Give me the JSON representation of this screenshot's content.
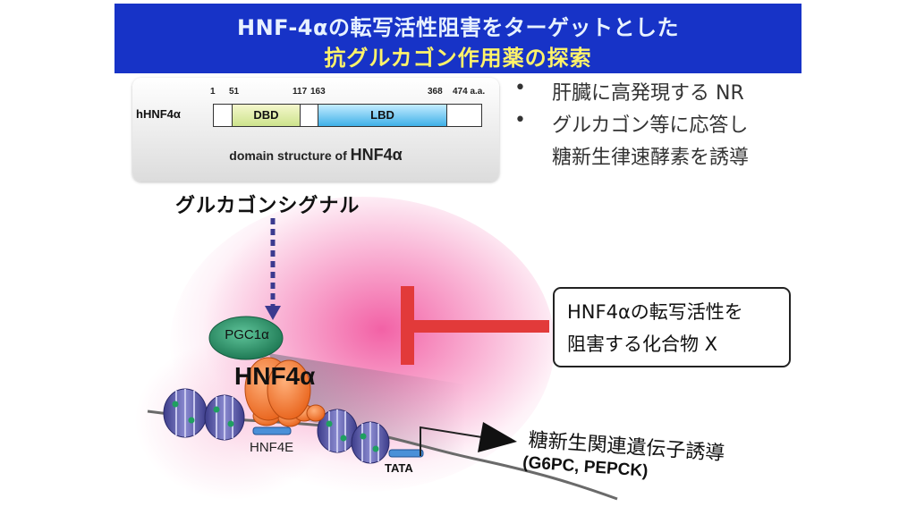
{
  "title": {
    "line1": "HNF-4αの転写活性阻害をターゲットとした",
    "line2": "抗グルカゴン作用薬の探索"
  },
  "domain_structure": {
    "protein_label": "hHNF4α",
    "positions": [
      "1",
      "51",
      "117",
      "163",
      "368",
      "474 a.a."
    ],
    "dbd_label": "DBD",
    "lbd_label": "LBD",
    "caption_prefix": "domain structure of",
    "caption_name": "HNF4α"
  },
  "bullets": {
    "marker": "•",
    "items": [
      "肝臓に高発現する NR",
      "グルカゴン等に応答し",
      "糖新生律速酵素を誘導"
    ]
  },
  "diagram": {
    "signal_label": "グルカゴンシグナル",
    "compound_box": [
      "HNF4αの転写活性を",
      "阻害する化合物 X"
    ],
    "pgc1a_label": "PGC1α",
    "hnf4a_label": "HNF4α",
    "hnf4e_label": "HNF4E",
    "tata_label": "TATA",
    "induction_label": "糖新生関連遺伝子誘導",
    "gene_list": "(G6PC, PEPCK)"
  },
  "colors": {
    "banner_blue": "#1733c7",
    "title_yellow": "#fff36a",
    "inhibitor_red": "#e23a3a",
    "signal_arrow": "#3b3a8f",
    "pgc1a_green": "#2e8f6a",
    "hnf4a_orange": "#f07a2c",
    "nucleosome_purple": "#5656a8"
  }
}
